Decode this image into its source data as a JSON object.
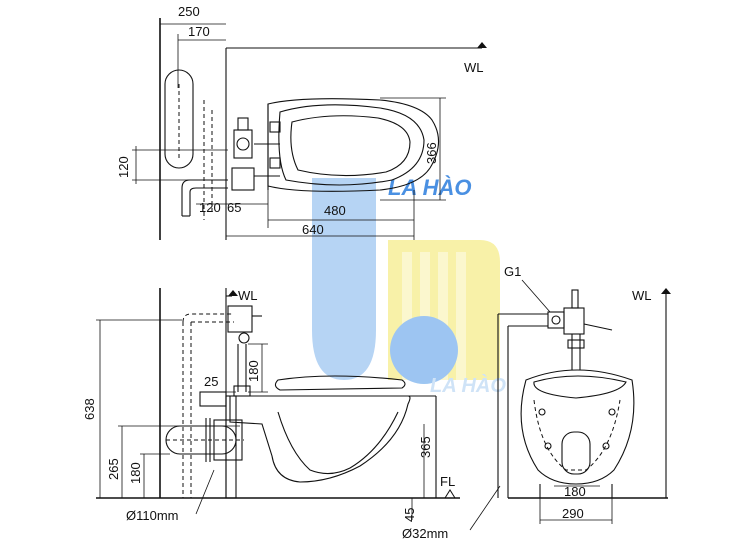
{
  "top_view": {
    "dim_250": "250",
    "dim_170": "170",
    "dim_120_v": "120",
    "dim_120_h": "120",
    "dim_65": "65",
    "dim_480": "480",
    "dim_640": "640",
    "dim_366": "366",
    "wl": "WL"
  },
  "side_view": {
    "wl": "WL",
    "dim_638": "638",
    "dim_265": "265",
    "dim_180_left": "180",
    "dim_180_pipe": "180",
    "dim_25": "25",
    "dim_365": "365",
    "dim_45": "45",
    "fl": "FL",
    "pipe_110": "Ø110mm",
    "pipe_32": "Ø32mm"
  },
  "front_view": {
    "g1": "G1",
    "wl": "WL",
    "dim_180": "180",
    "dim_290": "290"
  },
  "watermark": {
    "brand": "LA HÀO",
    "brand_sub": "LA HÀO",
    "colors": {
      "blue": "#4a90e2",
      "light_blue": "#a9ccf2",
      "yellow": "#f7ef9a"
    }
  }
}
